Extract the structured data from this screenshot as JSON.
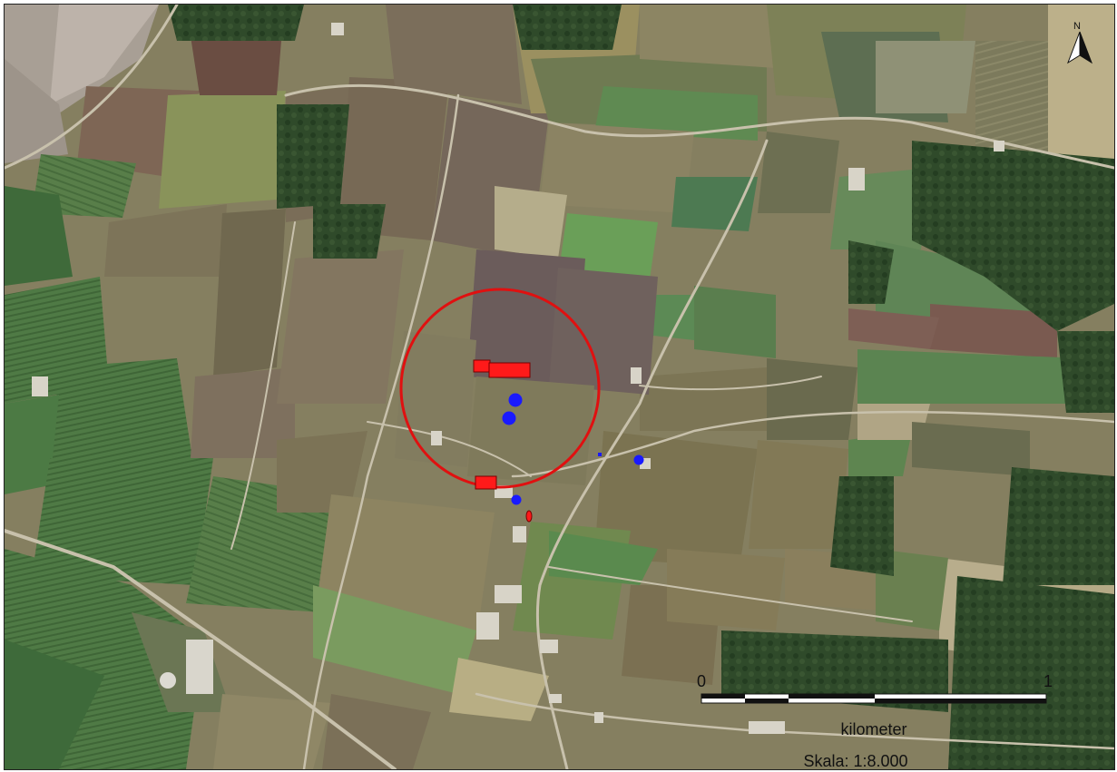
{
  "north_arrow": {
    "label": "N"
  },
  "scale_bar": {
    "start_label": "0",
    "end_label": "1",
    "unit_label": "kilometer",
    "scale_text": "Skala: 1:8.000"
  },
  "markers": {
    "red_color": "#ff1a1a",
    "blue_color": "#1a1aff",
    "circle_color": "#e01010"
  }
}
